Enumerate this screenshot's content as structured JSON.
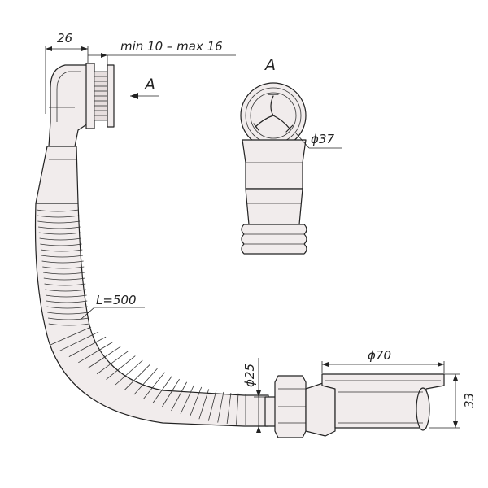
{
  "dimensions": {
    "flange_width": "26",
    "thickness_range": "min 10 – max 16",
    "hose_length": "L=500",
    "inlet_diameter": "ϕ37",
    "pipe_diameter": "ϕ25",
    "trap_diameter": "ϕ70",
    "trap_height": "33"
  },
  "views": {
    "arrow_label": "A",
    "section_label": "A"
  }
}
